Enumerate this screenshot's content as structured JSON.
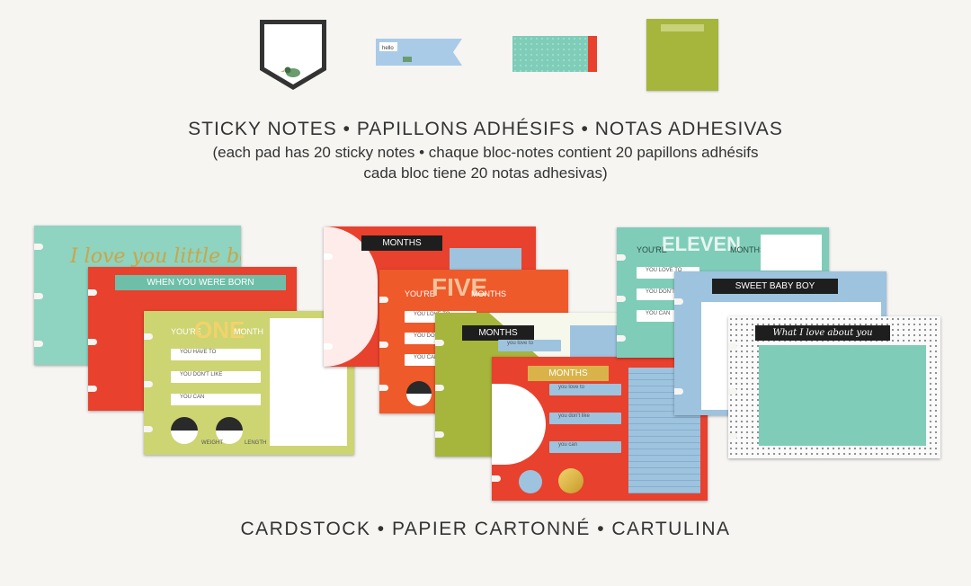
{
  "title": "STICKY NOTES • PAPILLONS ADHÉSIFS • NOTAS ADHESIVAS",
  "subtitle_line1": "(each pad has 20 sticky notes • chaque bloc-notes contient 20 papillons adhésifs",
  "subtitle_line2": "cada bloc tiene 20 notas adhesivas)",
  "footer": "CARDSTOCK • PAPIER CARTONNÉ • CARTULINA",
  "sticky_notes": {
    "shield_pad": {
      "icon": "duck-icon"
    },
    "flag_pad": {
      "label": "hello"
    },
    "tab_pad": {},
    "square_pad": {}
  },
  "cards": {
    "card1": {
      "script_text": "I love you little boy"
    },
    "card2": {
      "banner": "WHEN YOU WERE BORN"
    },
    "card3": {
      "prefix": "YOU'RE",
      "big": "ONE",
      "suffix": "MONTH",
      "fields": [
        "YOU HAVE TO",
        "YOU DON'T LIKE",
        "YOU CAN"
      ],
      "weight_label": "WEIGHT",
      "length_label": "LENGTH"
    },
    "card4": {
      "banner": "MONTHS"
    },
    "card5": {
      "prefix": "YOU'RE",
      "big": "FIVE",
      "suffix": "MONTHS",
      "fields": [
        "YOU LOVE TO",
        "YOU DON'T LIKE",
        "YOU CAN"
      ]
    },
    "card6": {
      "banner": "MONTHS",
      "fields": [
        "you love to"
      ]
    },
    "card7": {
      "banner": "MONTHS",
      "fields": [
        "you love to",
        "you don't like",
        "you can"
      ]
    },
    "card8": {
      "prefix": "YOU'RE",
      "big": "ELEVEN",
      "suffix": "MONTHS",
      "fields": [
        "YOU LOVE TO",
        "YOU DON'T LIKE",
        "YOU CAN"
      ]
    },
    "card9": {
      "banner": "SWEET BABY BOY"
    },
    "card10": {
      "banner": "What I love about you"
    }
  },
  "colors": {
    "red": "#e8412d",
    "mint": "#7fcdb8",
    "olive": "#a6b53c",
    "orange": "#ef5a2a",
    "blue": "#9dc3df",
    "gold": "#d9b34a",
    "dark": "#1e1e1e"
  }
}
